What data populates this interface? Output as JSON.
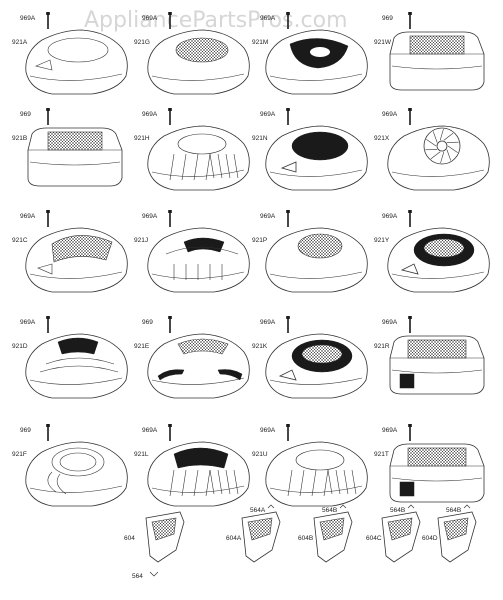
{
  "watermark": "AppliancePartsPros.com",
  "colors": {
    "line": "#333333",
    "dark": "#1a1a1a",
    "watermark": "#d6d6d6"
  },
  "parts": [
    {
      "id": "921A",
      "bolt": "969A",
      "style": "plain"
    },
    {
      "id": "921G",
      "bolt": "969A",
      "style": "oval-mesh"
    },
    {
      "id": "921M",
      "bolt": "969A",
      "style": "dark-center"
    },
    {
      "id": "921W",
      "bolt": "969",
      "style": "box-mesh"
    },
    {
      "id": "921B",
      "bolt": "969",
      "style": "box-mesh"
    },
    {
      "id": "921H",
      "bolt": "969A",
      "style": "ribbed"
    },
    {
      "id": "921N",
      "bolt": "969A",
      "style": "dark-oval"
    },
    {
      "id": "921X",
      "bolt": "969A",
      "style": "fan"
    },
    {
      "id": "921C",
      "bolt": "969A",
      "style": "striped"
    },
    {
      "id": "921J",
      "bolt": "969A",
      "style": "dark-stripe"
    },
    {
      "id": "921P",
      "bolt": "969A",
      "style": "tall-mesh"
    },
    {
      "id": "921Y",
      "bolt": "969A",
      "style": "dark-ring"
    },
    {
      "id": "921D",
      "bolt": "969A",
      "style": "dark-top"
    },
    {
      "id": "921E",
      "bolt": "969",
      "style": "stripe-wing"
    },
    {
      "id": "921K",
      "bolt": "969A",
      "style": "dark-ring"
    },
    {
      "id": "921R",
      "bolt": "969A",
      "style": "box-mesh-fan"
    },
    {
      "id": "921F",
      "bolt": "969",
      "style": "swirl"
    },
    {
      "id": "921L",
      "bolt": "969A",
      "style": "dark-ribbed"
    },
    {
      "id": "921U",
      "bolt": "969A",
      "style": "ribbed-ring"
    },
    {
      "id": "921T",
      "bolt": "969A",
      "style": "box-mesh-fan"
    }
  ],
  "bottom_parts": [
    {
      "id": "604",
      "sub": "564"
    },
    {
      "id": "604A",
      "sub": "564A"
    },
    {
      "id": "604B",
      "sub": "564B"
    },
    {
      "id": "604C",
      "sub": "564B"
    },
    {
      "id": "604D",
      "sub": "564B"
    }
  ]
}
